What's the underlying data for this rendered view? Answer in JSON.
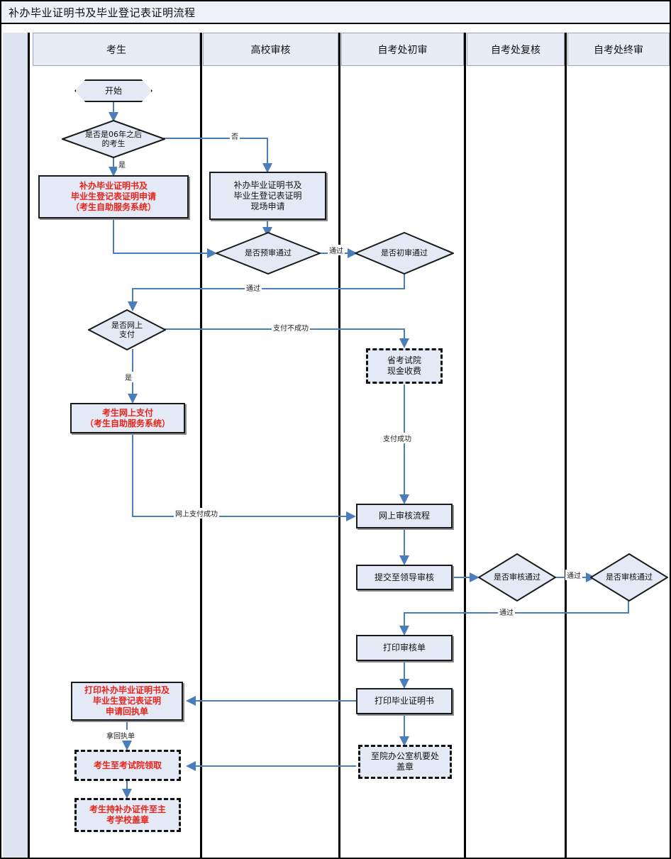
{
  "title": "补办毕业证明书及毕业登记表证明流程",
  "lanes": [
    {
      "name": "lane-candidate",
      "label": "考生"
    },
    {
      "name": "lane-college-review",
      "label": "高校审核"
    },
    {
      "name": "lane-office-first",
      "label": "自考处初审"
    },
    {
      "name": "lane-office-recheck",
      "label": "自考处复核"
    },
    {
      "name": "lane-office-final",
      "label": "自考处终审"
    }
  ],
  "nodes": {
    "start": "开始",
    "decision_year": "是否是06年之后\n的考生",
    "apply_online": "补办毕业证明书及\n毕业生登记表证明申请\n（考生自助服务系统）",
    "apply_onsite": "补办毕业证明书及\n毕业生登记表证明\n现场申请",
    "decision_pre": "是否预审通过",
    "decision_first": "是否初审通过",
    "decision_pay": "是否网上\n支付",
    "cash_pay": "省考试院\n现金收费",
    "online_pay": "考生网上支付\n（考生自助服务系统）",
    "online_review": "网上审核流程",
    "submit_leader": "提交至领导审核",
    "decision_recheck": "是否审核通过",
    "decision_final": "是否审核通过",
    "print_sheet": "打印审核单",
    "print_cert": "打印毕业证明书",
    "print_receipt": "打印补办毕业证明书及\n毕业生登记表证明\n申请回执单",
    "seal_office": "至院办公室机要处\n盖章",
    "pickup": "考生至考试院领取",
    "school_seal": "考生持补办证件至主\n考学校盖章"
  },
  "edge_labels": {
    "no": "否",
    "yes": "是",
    "pass_pre": "通过",
    "pass_first": "通过",
    "pay_failed": "支付不成功",
    "pay_success": "支付成功",
    "online_pay_success": "网上支付成功",
    "pass_recheck": "通过",
    "pass_final": "通过",
    "take_receipt": "拿回执单"
  },
  "colors": {
    "node_fill": "#e3e9f5",
    "node_border": "#1a1a1a",
    "red_text": "#e8241a",
    "wire": "#4a7ebb",
    "header_fill": "#e8ecf5",
    "title_fill": "#eef1f7"
  }
}
